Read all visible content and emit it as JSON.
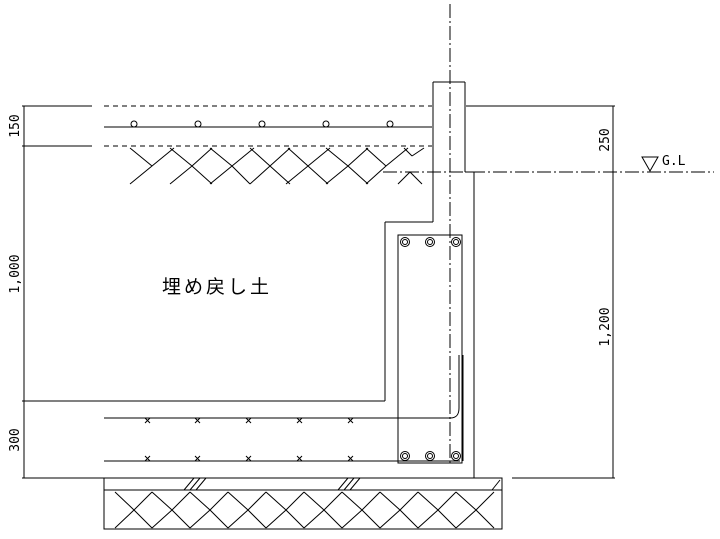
{
  "drawing": {
    "fill_label": "埋め戻し土",
    "ground_level_label": "G.L",
    "dimensions": {
      "left_top": "150",
      "left_middle": "1,000",
      "left_bottom": "300",
      "right_top": "250",
      "right_bottom": "1,200"
    }
  },
  "colors": {
    "line": "#000000",
    "background": "#ffffff"
  }
}
